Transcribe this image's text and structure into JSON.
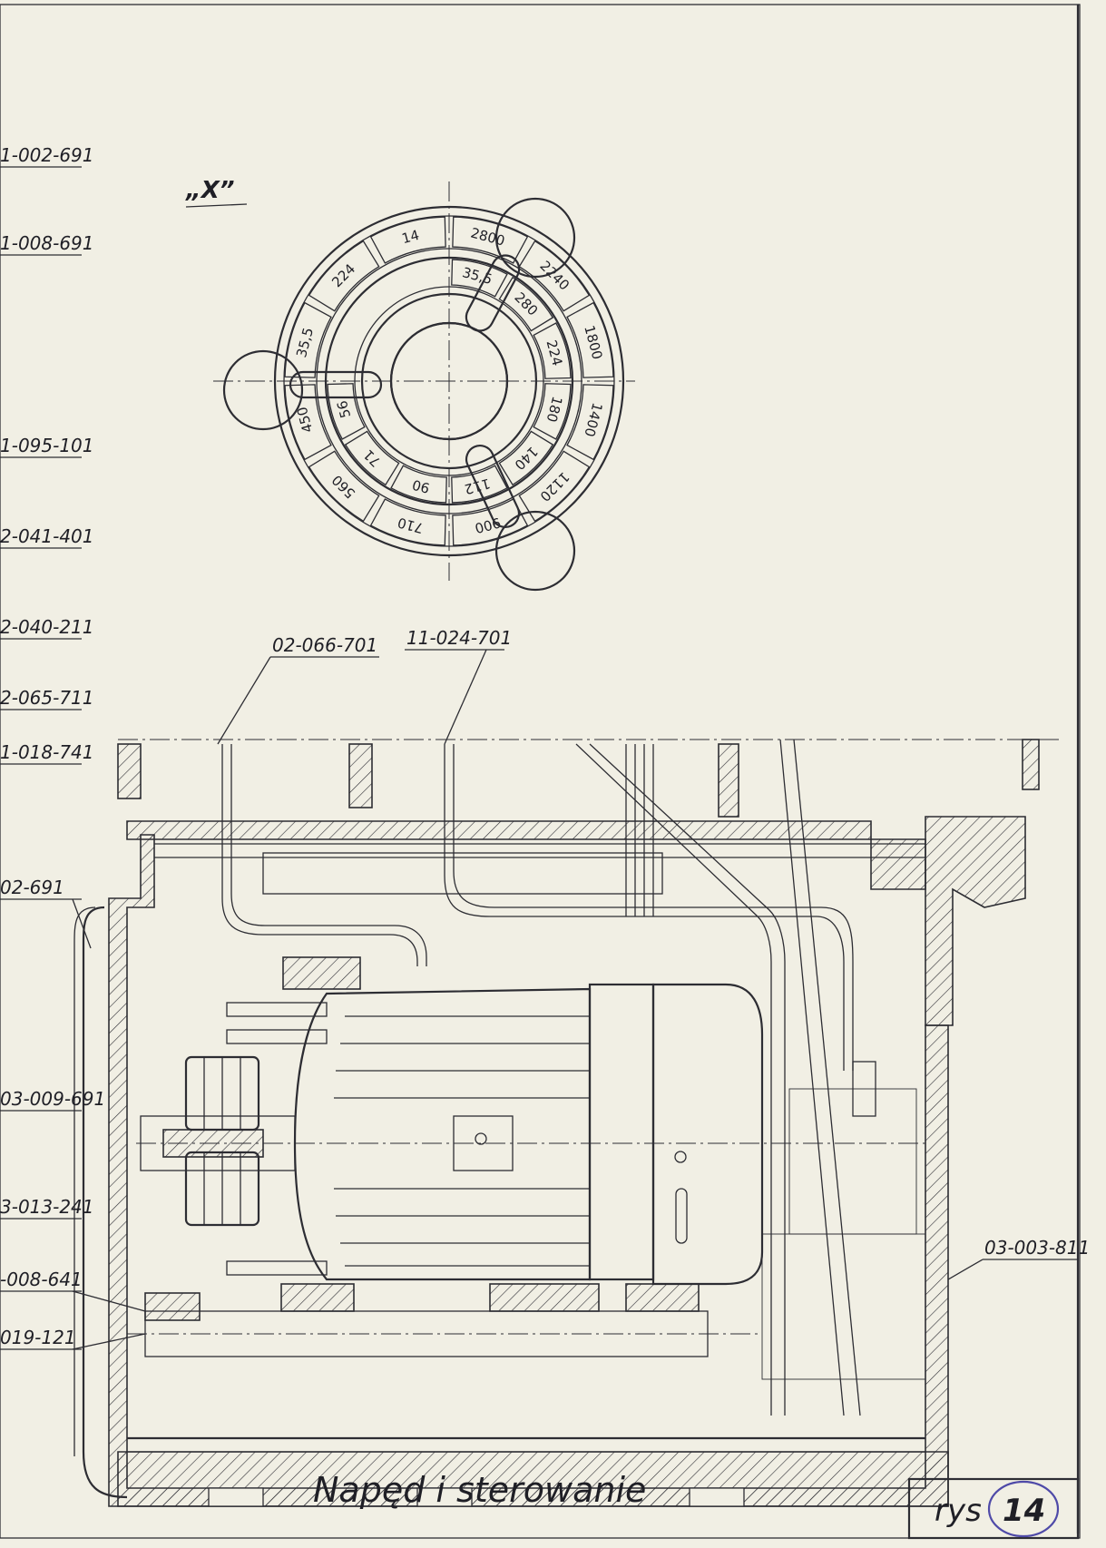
{
  "view_label": "„X”",
  "dial": {
    "outer_ring": [
      "2800",
      "2240",
      "1800",
      "1400",
      "1120",
      "900",
      "710",
      "560",
      "450",
      "35,5",
      "224",
      "14"
    ],
    "inner_ring": [
      "35,5",
      "280",
      "224",
      "180",
      "140",
      "112",
      "90",
      "71",
      "56"
    ]
  },
  "left_labels": [
    "1-002-691",
    "1-008-691",
    "1-095-101",
    "2-041-401",
    "2-040-211",
    "2-065-711",
    "1-018-741",
    "02-691",
    "03-009-691",
    "3-013-241",
    "-008-641",
    "019-121"
  ],
  "top_labels": [
    "02-066-701",
    "11-024-701"
  ],
  "right_label": "03-003-811",
  "title": "Napęd i sterowanie",
  "title_block": {
    "prefix": "rys",
    "number": "14"
  }
}
